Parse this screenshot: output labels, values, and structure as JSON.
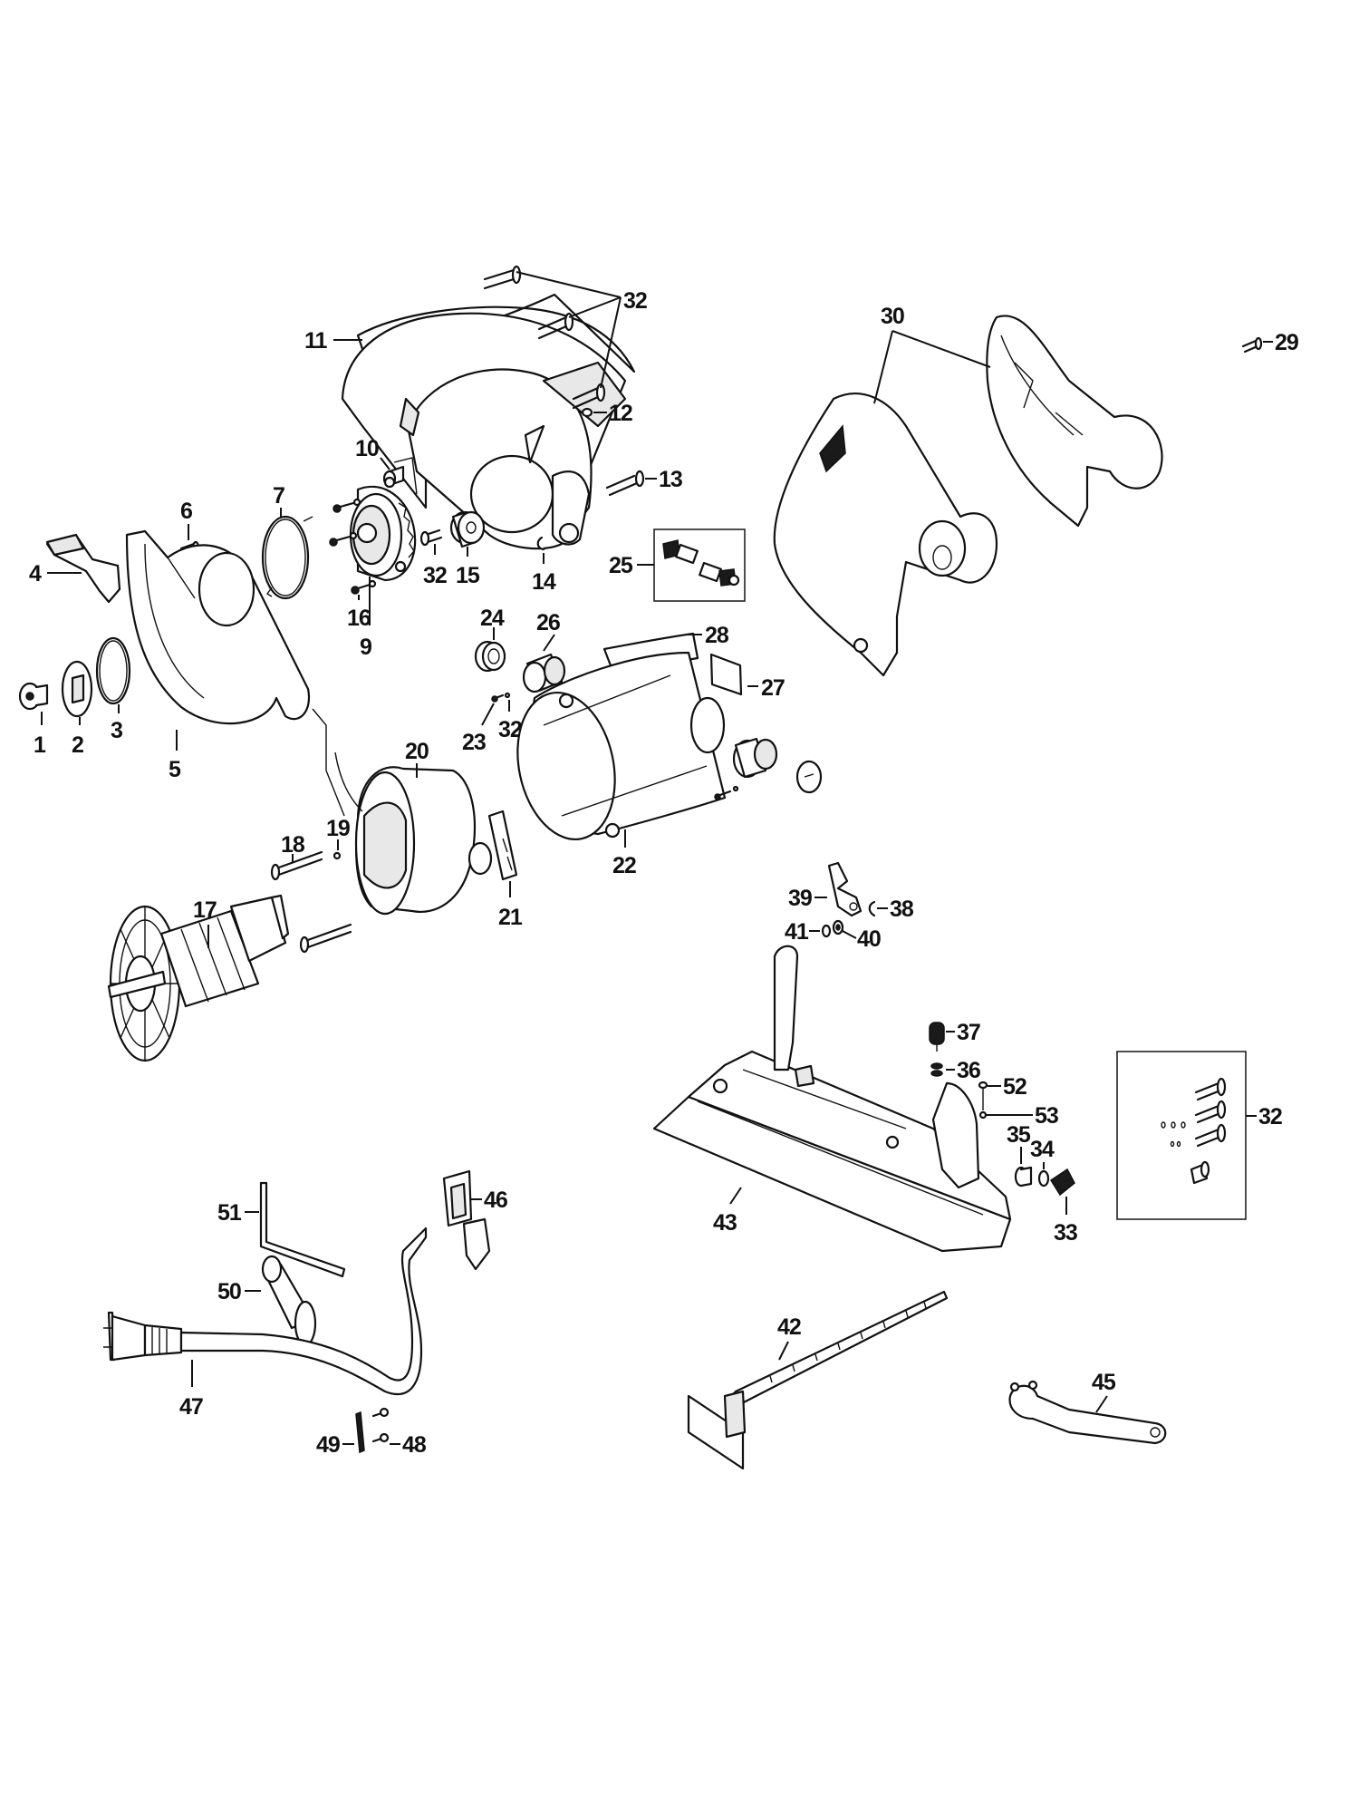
{
  "diagram": {
    "type": "exploded parts diagram",
    "style": {
      "line_color": "#111111",
      "background": "#ffffff"
    },
    "callouts": {
      "c1": "1",
      "c2": "2",
      "c3": "3",
      "c4": "4",
      "c5": "5",
      "c6": "6",
      "c7": "7",
      "c9": "9",
      "c10": "10",
      "c11": "11",
      "c12": "12",
      "c13": "13",
      "c14": "14",
      "c15": "15",
      "c16": "16",
      "c17": "17",
      "c18": "18",
      "c19": "19",
      "c20": "20",
      "c21": "21",
      "c22": "22",
      "c23": "23",
      "c24": "24",
      "c25": "25",
      "c26": "26",
      "c27": "27",
      "c28": "28",
      "c29": "29",
      "c30": "30",
      "c32_top": "32",
      "c32_flange": "32",
      "c32_brush": "32",
      "c32_box": "32",
      "c33": "33",
      "c34": "34",
      "c35": "35",
      "c36": "36",
      "c37": "37",
      "c38": "38",
      "c39": "39",
      "c40": "40",
      "c41": "41",
      "c42": "42",
      "c43": "43",
      "c45": "45",
      "c46": "46",
      "c47": "47",
      "c48": "48",
      "c49": "49",
      "c50": "50",
      "c51": "51",
      "c52": "52",
      "c53": "53"
    }
  }
}
